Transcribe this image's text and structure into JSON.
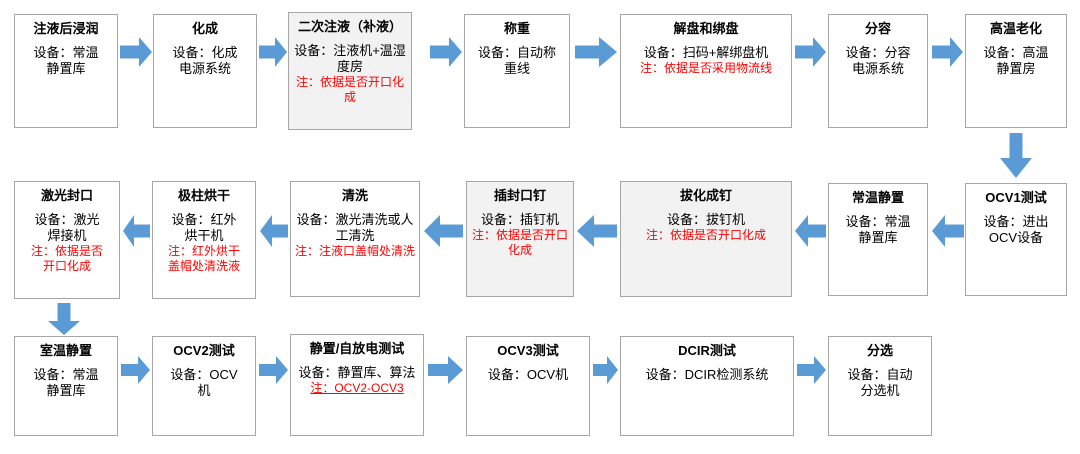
{
  "diagram": {
    "type": "process-flowchart",
    "title_implicit": "电池后处理工艺流程",
    "accent_color": "#5B9BD5",
    "note_color": "#FF0000",
    "shaded_fill": "#F2F2F2",
    "border_color": "#A6A6A6",
    "rows": 3,
    "flow_directions": [
      "left-to-right",
      "right-to-left",
      "left-to-right"
    ]
  },
  "nodes": [
    {
      "id": "n01",
      "title": "注液后浸润",
      "equip": "设备：常温\n静置库",
      "note": "",
      "shaded": false
    },
    {
      "id": "n02",
      "title": "化成",
      "equip": "设备：化成\n电源系统",
      "note": "",
      "shaded": false
    },
    {
      "id": "n03",
      "title": "二次注液（补液）",
      "equip": "设备：注液机+温湿度房",
      "note": "注：依据是否开口化成",
      "shaded": true
    },
    {
      "id": "n04",
      "title": "称重",
      "equip": "设备：自动称\n重线",
      "note": "",
      "shaded": false
    },
    {
      "id": "n05",
      "title": "解盘和绑盘",
      "equip": "设备：扫码+解绑盘机",
      "note": "注：依据是否采用物流线",
      "shaded": false
    },
    {
      "id": "n06",
      "title": "分容",
      "equip": "设备：分容\n电源系统",
      "note": "",
      "shaded": false
    },
    {
      "id": "n07",
      "title": "高温老化",
      "equip": "设备：高温\n静置房",
      "note": "",
      "shaded": false
    },
    {
      "id": "n08",
      "title": "OCV1测试",
      "equip": "设备：进出\nOCV设备",
      "note": "",
      "shaded": false
    },
    {
      "id": "n09",
      "title": "常温静置",
      "equip": "设备：常温\n静置库",
      "note": "",
      "shaded": false
    },
    {
      "id": "n10",
      "title": "拔化成钉",
      "equip": "设备：拔钉机",
      "note": "注：依据是否开口化成",
      "shaded": true
    },
    {
      "id": "n11",
      "title": "插封口钉",
      "equip": "设备：插钉机",
      "note": "注：依据是否开口化成",
      "shaded": true
    },
    {
      "id": "n12",
      "title": "清洗",
      "equip": "设备：激光清洗或人工清洗",
      "note": "注：注液口盖帽处清洗",
      "shaded": false
    },
    {
      "id": "n13",
      "title": "极柱烘干",
      "equip": "设备：红外\n烘干机",
      "note": "注：红外烘干\n盖帽处清洗液",
      "shaded": false
    },
    {
      "id": "n14",
      "title": "激光封口",
      "equip": "设备：激光\n焊接机",
      "note": "注：依据是否\n开口化成",
      "shaded": false
    },
    {
      "id": "n15",
      "title": "室温静置",
      "equip": "设备：常温\n静置库",
      "note": "",
      "shaded": false
    },
    {
      "id": "n16",
      "title": "OCV2测试",
      "equip": "设备：OCV\n机",
      "note": "",
      "shaded": false
    },
    {
      "id": "n17",
      "title": "静置/自放电测试",
      "equip": "设备：静置库、算法",
      "note": "注：OCV2-OCV3",
      "note_underline": true,
      "shaded": false
    },
    {
      "id": "n18",
      "title": "OCV3测试",
      "equip": "设备：OCV机",
      "note": "",
      "shaded": false
    },
    {
      "id": "n19",
      "title": "DCIR测试",
      "equip": "设备：DCIR检测系统",
      "note": "",
      "shaded": false
    },
    {
      "id": "n20",
      "title": "分选",
      "equip": "设备：自动\n分选机",
      "note": "",
      "shaded": false
    }
  ],
  "arrows": [
    {
      "id": "a01",
      "from": "n01",
      "to": "n02",
      "dir": "right"
    },
    {
      "id": "a02",
      "from": "n02",
      "to": "n03",
      "dir": "right"
    },
    {
      "id": "a03",
      "from": "n03",
      "to": "n04",
      "dir": "right"
    },
    {
      "id": "a04",
      "from": "n04",
      "to": "n05",
      "dir": "right"
    },
    {
      "id": "a05",
      "from": "n05",
      "to": "n06",
      "dir": "right"
    },
    {
      "id": "a06",
      "from": "n06",
      "to": "n07",
      "dir": "right"
    },
    {
      "id": "a07",
      "from": "n07",
      "to": "n08",
      "dir": "down"
    },
    {
      "id": "a08",
      "from": "n08",
      "to": "n09",
      "dir": "left"
    },
    {
      "id": "a09",
      "from": "n09",
      "to": "n10",
      "dir": "left"
    },
    {
      "id": "a10",
      "from": "n10",
      "to": "n11",
      "dir": "left"
    },
    {
      "id": "a11",
      "from": "n11",
      "to": "n12",
      "dir": "left"
    },
    {
      "id": "a12",
      "from": "n12",
      "to": "n13",
      "dir": "left"
    },
    {
      "id": "a13",
      "from": "n13",
      "to": "n14",
      "dir": "left"
    },
    {
      "id": "a14",
      "from": "n14",
      "to": "n15",
      "dir": "down"
    },
    {
      "id": "a15",
      "from": "n15",
      "to": "n16",
      "dir": "right"
    },
    {
      "id": "a16",
      "from": "n16",
      "to": "n17",
      "dir": "right"
    },
    {
      "id": "a17",
      "from": "n17",
      "to": "n18",
      "dir": "right"
    },
    {
      "id": "a18",
      "from": "n18",
      "to": "n19",
      "dir": "right"
    },
    {
      "id": "a19",
      "from": "n19",
      "to": "n20",
      "dir": "right"
    }
  ]
}
